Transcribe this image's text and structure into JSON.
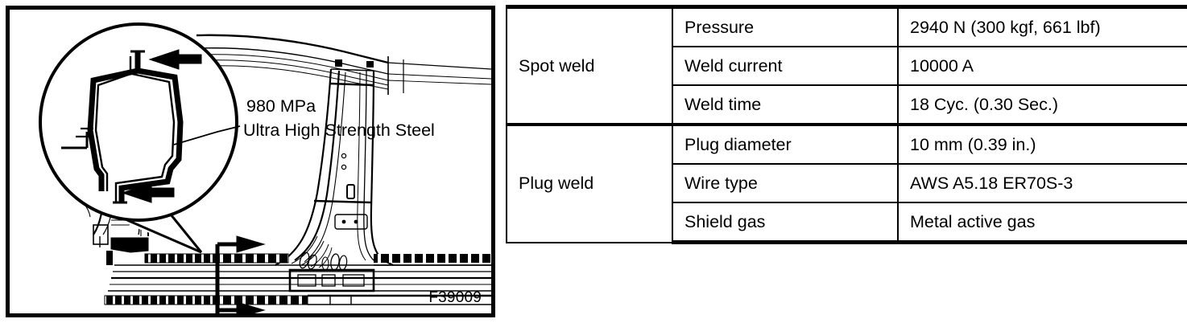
{
  "figure": {
    "id": "F39009",
    "callout_label_line1": "980 MPa",
    "callout_label_line2": "Ultra High Strength Steel",
    "description": "Vehicle body side outer panel with B-pillar and rocker, magnified cross-section callout of the pillar section with arrows indicating the ultra high strength steel flanges"
  },
  "spec_table": {
    "groups": [
      {
        "name": "Spot weld",
        "rows": [
          {
            "parameter": "Pressure",
            "value": "2940 N (300 kgf, 661 lbf)"
          },
          {
            "parameter": "Weld current",
            "value": "10000 A"
          },
          {
            "parameter": "Weld time",
            "value": "18 Cyc. (0.30 Sec.)"
          }
        ]
      },
      {
        "name": "Plug weld",
        "rows": [
          {
            "parameter": "Plug diameter",
            "value": "10 mm (0.39 in.)"
          },
          {
            "parameter": "Wire type",
            "value": "AWS A5.18 ER70S-3"
          },
          {
            "parameter": "Shield gas",
            "value": "Metal active gas"
          }
        ]
      }
    ]
  },
  "colors": {
    "ink": "#000000",
    "paper": "#ffffff",
    "line_light": "#8a8a8a"
  }
}
